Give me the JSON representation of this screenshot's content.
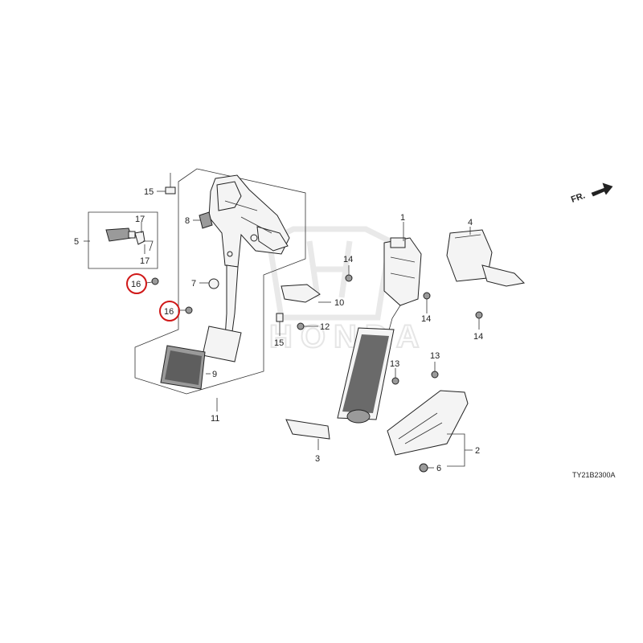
{
  "diagram_code": "TY21B2300A",
  "direction_marker": "FR.",
  "watermark_text": "HONDA",
  "highlight_color": "#d01818",
  "callouts": {
    "c1": "1",
    "c2": "2",
    "c3": "3",
    "c4": "4",
    "c5": "5",
    "c6": "6",
    "c7": "7",
    "c8": "8",
    "c9": "9",
    "c10": "10",
    "c11": "11",
    "c12": "12",
    "c13a": "13",
    "c13b": "13",
    "c14a": "14",
    "c14b": "14",
    "c14c": "14",
    "c15a": "15",
    "c15b": "15",
    "c16a": "16",
    "c16b": "16",
    "c17a": "17",
    "c17b": "17"
  }
}
